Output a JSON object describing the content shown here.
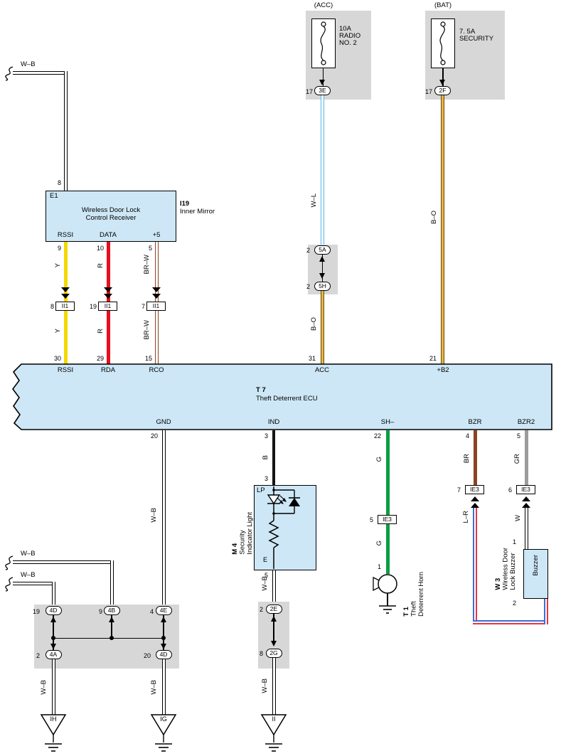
{
  "colors": {
    "panel_blue": "#cde7f6",
    "panel_gray": "#d7d7d7",
    "wire_yellow": "#f4d800",
    "wire_red": "#e8101d",
    "wire_green": "#0b9e44",
    "wire_brown": "#8a4520",
    "wire_gray": "#9c9c9c",
    "wire_black": "#141414",
    "wire_white_blue": "#5ab4e6",
    "wire_black_orange": "#e6b34c",
    "wire_lr_blue": "#3b6fd8",
    "wire_lr_red": "#ee3340"
  },
  "wires": {
    "wb": "W–B",
    "y": "Y",
    "r": "R",
    "brw": "BR–W",
    "wl": "W–L",
    "bo": "B–O",
    "b": "B",
    "g": "G",
    "br": "BR",
    "gr": "GR",
    "lr": "L–R",
    "w": "W"
  },
  "fuse_acc": {
    "group": "(ACC)",
    "rating": "10A",
    "line1": "RADIO",
    "line2": "NO. 2",
    "pin": "17",
    "conn": "3E"
  },
  "fuse_bat": {
    "group": "(BAT)",
    "rating": "7. 5A",
    "line1": "SECURITY",
    "pin": "17",
    "conn": "2F"
  },
  "receiver": {
    "pin_top": "8",
    "terminal": "E1",
    "title1": "Wireless Door Lock",
    "title2": "Control Receiver",
    "ref": "I19",
    "location": "Inner Mirror",
    "rssi_num": "9",
    "rssi": "RSSI",
    "data_num": "10",
    "data": "DATA",
    "v5_num": "5",
    "v5": "+5"
  },
  "ii1": {
    "id": "II1",
    "pin_rssi": "8",
    "pin_data": "19",
    "pin_v5": "7"
  },
  "ecu": {
    "ref": "T 7",
    "name": "Theft Deterrent ECU",
    "rssi_num": "30",
    "rssi": "RSSI",
    "rda_num": "29",
    "rda": "RDA",
    "rco_num": "15",
    "rco": "RCO",
    "acc_num": "31",
    "acc": "ACC",
    "b2_num": "21",
    "b2": "+B2",
    "gnd_num": "20",
    "gnd": "GND",
    "ind_num": "3",
    "ind": "IND",
    "sh_num": "22",
    "sh": "SH–",
    "bzr_num": "4",
    "bzr": "BZR",
    "bzr2_num": "5",
    "bzr2": "BZR2"
  },
  "conn_5a": {
    "pin": "2",
    "id": "5A"
  },
  "conn_5h": {
    "pin": "2",
    "id": "5H"
  },
  "lp": {
    "tag": "LP",
    "pin_top": "3",
    "term": "E",
    "pin_bottom": "5",
    "ref": "M 4",
    "name1": "Security",
    "name2": "Indicator Light"
  },
  "conn_2e": {
    "pin": "2",
    "id": "2E"
  },
  "conn_2g": {
    "pin": "8",
    "id": "2G"
  },
  "horn": {
    "conn_pin": "5",
    "conn_id": "IE3",
    "pin": "1",
    "ref": "T 1",
    "name1": "Theft",
    "name2": "Deterrent Horn"
  },
  "buzzer": {
    "br_conn_pin": "7",
    "gr_conn_pin": "6",
    "conn_id": "IE3",
    "pin1": "1",
    "pin2": "2",
    "ref": "W 3",
    "name1": "Wireless Door",
    "name2": "Lock Buzzer",
    "label": "Buzzer"
  },
  "junction": {
    "pin_19": "19",
    "conn_4d": "4D",
    "pin_9": "9",
    "conn_4b": "4B",
    "pin_4": "4",
    "conn_4e": "4E",
    "pin_2": "2",
    "conn_4a": "4A",
    "pin_20": "20",
    "conn_4d2": "4D"
  },
  "grounds": {
    "ih": "IH",
    "ig": "IG",
    "ii": "II"
  }
}
